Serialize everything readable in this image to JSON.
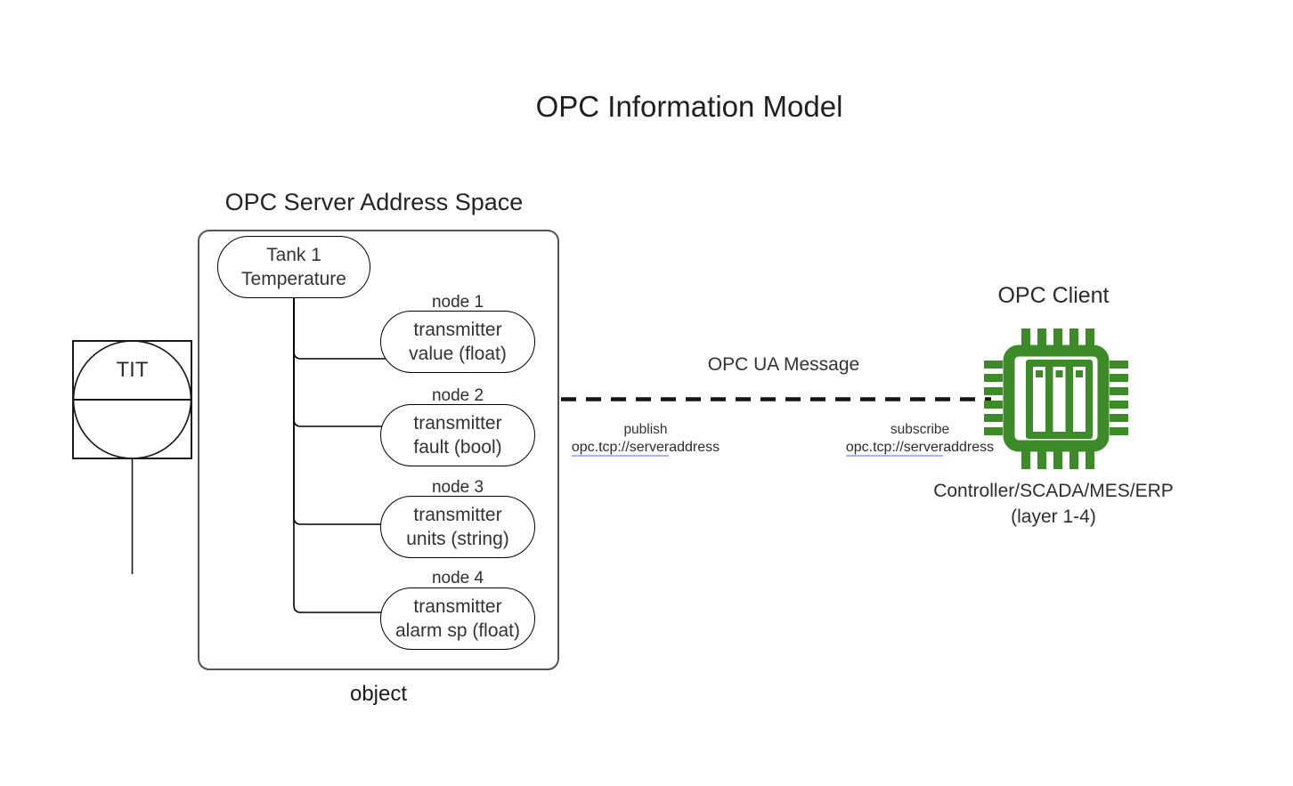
{
  "title": "OPC Information Model",
  "server": {
    "heading": "OPC Server Address Space",
    "root_node": {
      "line1": "Tank 1",
      "line2": "Temperature"
    },
    "nodes": [
      {
        "label": "node 1",
        "line1": "transmitter",
        "line2": "value (float)"
      },
      {
        "label": "node 2",
        "line1": "transmitter",
        "line2": "fault (bool)"
      },
      {
        "label": "node 3",
        "line1": "transmitter",
        "line2": "units (string)"
      },
      {
        "label": "node 4",
        "line1": "transmitter",
        "line2": "alarm sp (float)"
      }
    ],
    "caption": "object"
  },
  "instrument": {
    "label": "TIT"
  },
  "message": {
    "label": "OPC UA Message",
    "publish": {
      "action": "publish",
      "address_link_part": "opc.tcp://server",
      "address_plain_part": "address"
    },
    "subscribe": {
      "action": "subscribe",
      "address_link_part": "opc.tcp://server",
      "address_plain_part": "address"
    }
  },
  "client": {
    "heading": "OPC Client",
    "icon": "chip-icon",
    "caption_line1": "Controller/SCADA/MES/ERP",
    "caption_line2": "(layer 1-4)"
  },
  "colors": {
    "chip_green": "#3c8a28",
    "link_underline": "#aab4f2",
    "line_black": "#111111",
    "container_border": "#545454"
  }
}
